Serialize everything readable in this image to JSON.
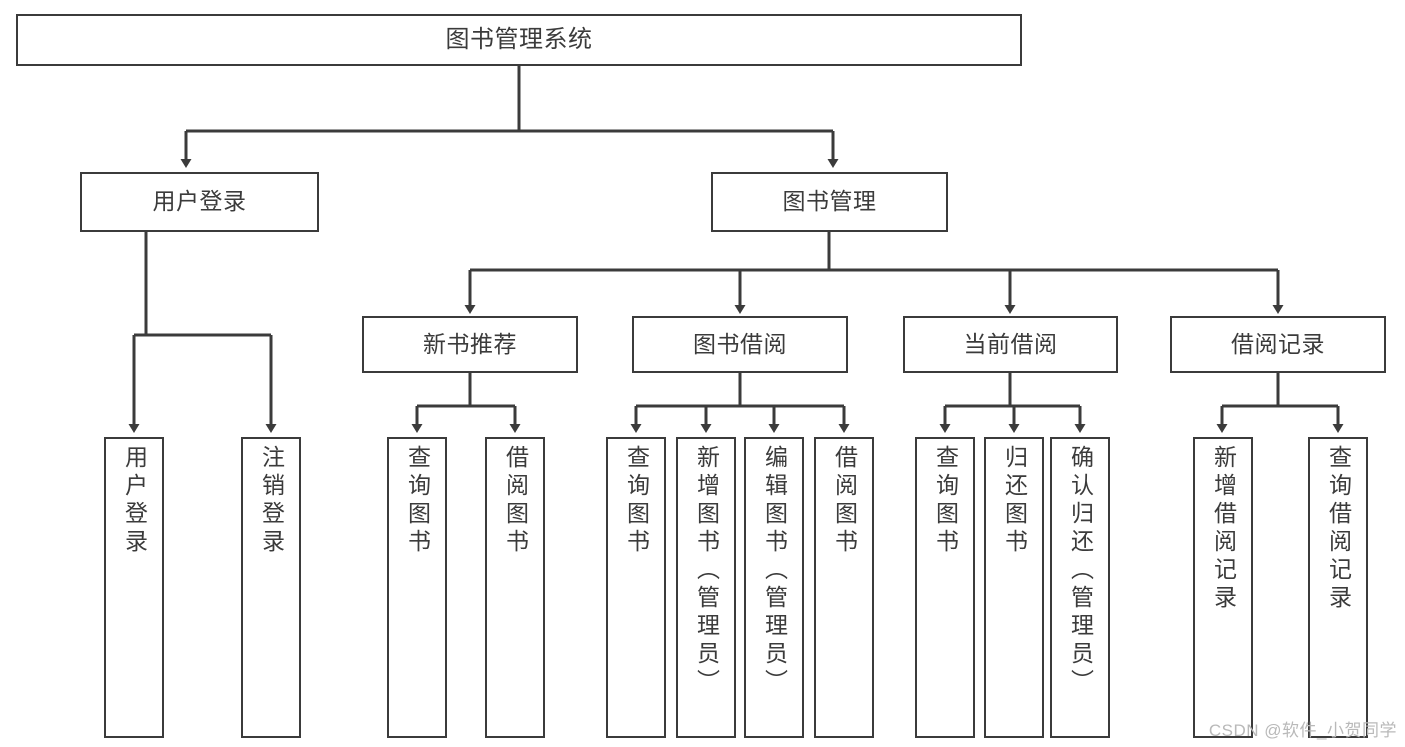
{
  "diagram": {
    "title": "图书管理系统",
    "type": "tree-hierarchy",
    "watermark": "CSDN @软件_小贺同学",
    "colors": {
      "stroke": "#3b3b3b",
      "fill": "#ffffff",
      "text": "#3b3b3b",
      "watermark": "#b9b9b9"
    },
    "nodes": {
      "root": {
        "label": "图书管理系统"
      },
      "level2": [
        {
          "label": "用户登录"
        },
        {
          "label": "图书管理"
        }
      ],
      "level3": [
        {
          "label": "新书推荐"
        },
        {
          "label": "图书借阅"
        },
        {
          "label": "当前借阅"
        },
        {
          "label": "借阅记录"
        }
      ],
      "leaves": {
        "user_login": [
          {
            "label": "用户登录"
          },
          {
            "label": "注销登录"
          }
        ],
        "new_book": [
          {
            "label": "查询图书"
          },
          {
            "label": "借阅图书"
          }
        ],
        "book_borrow": [
          {
            "label": "查询图书"
          },
          {
            "label": "新增图书（管理员）"
          },
          {
            "label": "编辑图书（管理员）"
          },
          {
            "label": "借阅图书"
          }
        ],
        "current_borrow": [
          {
            "label": "查询图书"
          },
          {
            "label": "归还图书"
          },
          {
            "label": "确认归还（管理员）"
          }
        ],
        "borrow_record": [
          {
            "label": "新增借阅记录"
          },
          {
            "label": "查询借阅记录"
          }
        ]
      }
    }
  }
}
